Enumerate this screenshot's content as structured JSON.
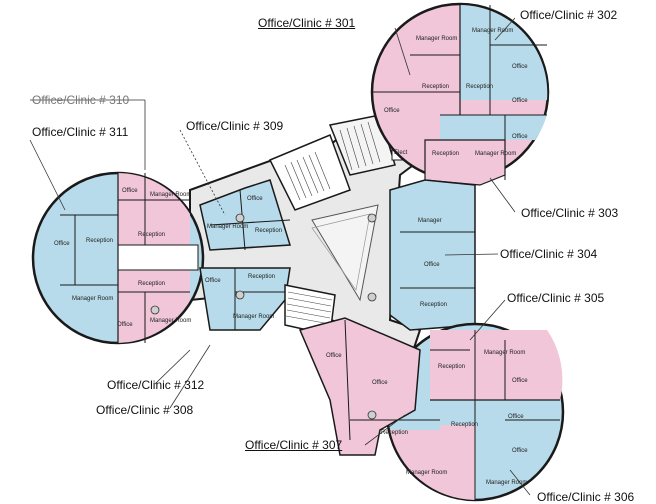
{
  "colors": {
    "pink": "#f0c6d8",
    "blue": "#b7dbea",
    "wall": "#1a1a1a",
    "white": "#ffffff",
    "lightgray": "#e9e9e9"
  },
  "callouts": {
    "c301": "Office/Clinic # 301",
    "c302": "Office/Clinic # 302",
    "c303": "Office/Clinic # 303",
    "c304": "Office/Clinic # 304",
    "c305": "Office/Clinic # 305",
    "c306": "Office/Clinic # 306",
    "c307": "Office/Clinic # 307",
    "c308": "Office/Clinic # 308",
    "c309": "Office/Clinic # 309",
    "c310": "Office/Clinic # 310",
    "c311": "Office/Clinic # 311",
    "c312": "Office/Clinic # 312"
  },
  "rooms": {
    "office": "Office",
    "manager_room": "Manager Room",
    "manager": "Manager",
    "reception": "Reception",
    "elect": "Elect"
  }
}
